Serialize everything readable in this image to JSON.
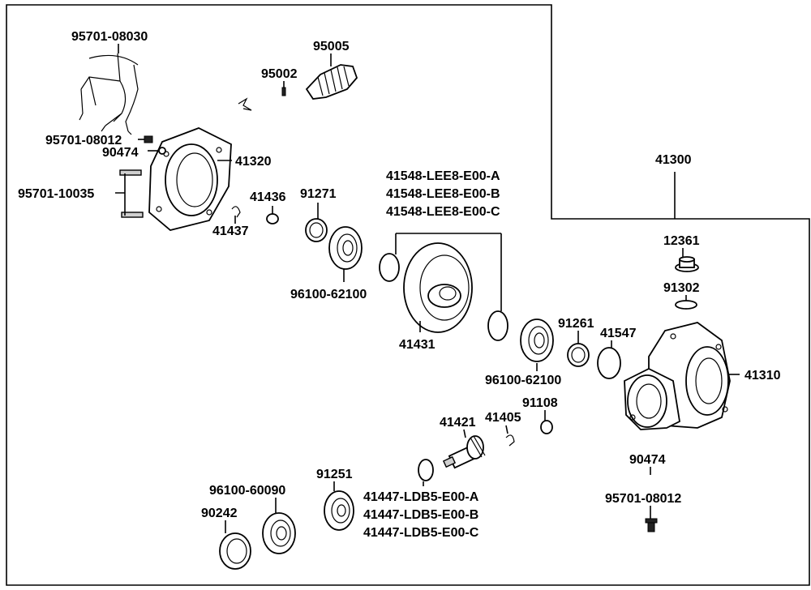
{
  "labels": {
    "p95701_08030": "95701-08030",
    "p95005": "95005",
    "p95002": "95002",
    "p95701_08012_top": "95701-08012",
    "p90474_top": "90474",
    "p41320": "41320",
    "p95701_10035": "95701-10035",
    "p41436": "41436",
    "p41437": "41437",
    "p91271": "91271",
    "p96100_62100_a": "96100-62100",
    "p41548_a": "41548-LEE8-E00-A",
    "p41548_b": "41548-LEE8-E00-B",
    "p41548_c": "41548-LEE8-E00-C",
    "p41431": "41431",
    "p41300": "41300",
    "p12361": "12361",
    "p91302": "91302",
    "p91261": "91261",
    "p41547": "41547",
    "p96100_62100_b": "96100-62100",
    "p41310": "41310",
    "p91108": "91108",
    "p41421": "41421",
    "p41405": "41405",
    "p90474_bottom": "90474",
    "p95701_08012_bottom": "95701-08012",
    "p91251": "91251",
    "p96100_60090": "96100-60090",
    "p90242": "90242",
    "p41447_a": "41447-LDB5-E00-A",
    "p41447_b": "41447-LDB5-E00-B",
    "p41447_c": "41447-LDB5-E00-C"
  }
}
